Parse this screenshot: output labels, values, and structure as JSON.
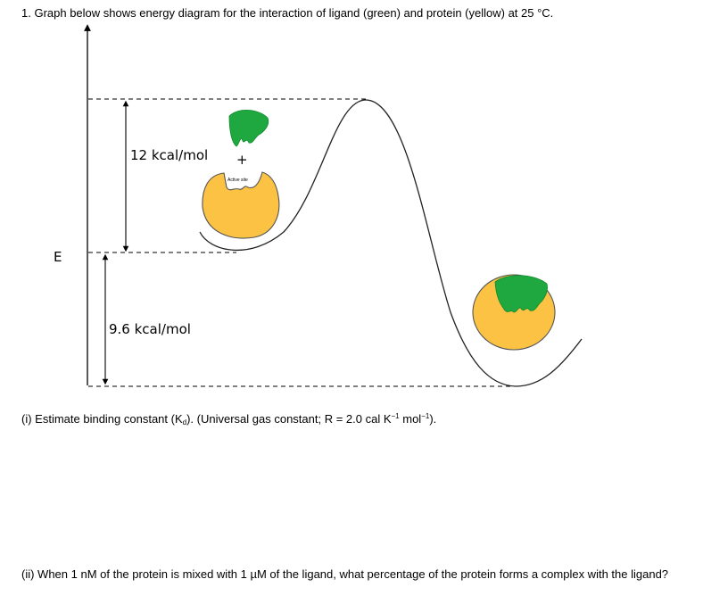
{
  "question": {
    "title": "1. Graph below shows energy diagram for the interaction of ligand (green) and protein (yellow) at 25 °C."
  },
  "diagram": {
    "axis_label": "E",
    "activation_energy_label": "12 kcal/mol",
    "binding_energy_label": "9.6 kcal/mol",
    "plus_sign": "+",
    "active_site_label": "Active site",
    "colors": {
      "ligand": "#1fa83f",
      "protein": "#fbc244",
      "protein_outline": "#555555"
    }
  },
  "subquestions": {
    "q1": {
      "prefix": "(i) Estimate binding constant (K",
      "sub": "d",
      "middle": "). (Universal gas constant; R = 2.0 cal K",
      "sup1": "−1",
      "unit": " mol",
      "sup2": "−1",
      "end": ")."
    },
    "q2": "(ii) When 1 nM of the protein is mixed with 1 µM of the ligand, what percentage of the protein forms a complex with the ligand?"
  }
}
